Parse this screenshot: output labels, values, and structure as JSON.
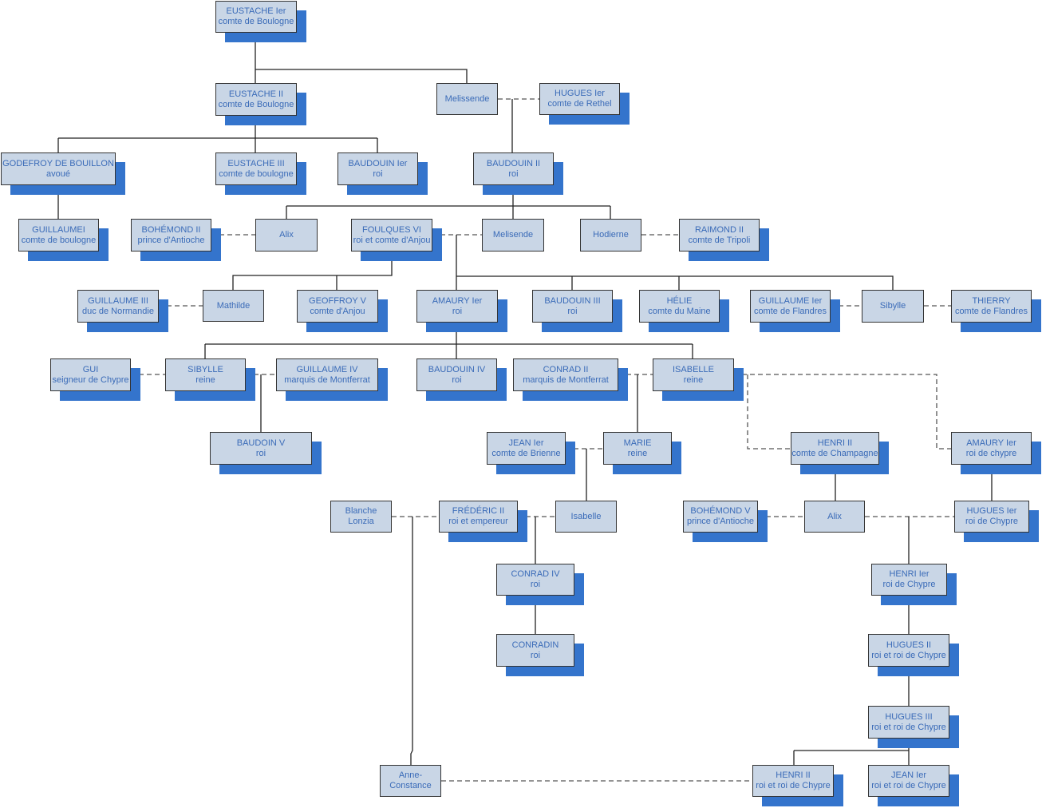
{
  "people": [
    {
      "name": "EUSTACHE Ier",
      "title": "comte de Boulogne"
    },
    {
      "name": "EUSTACHE II",
      "title": "comte de Boulogne"
    },
    {
      "name": "Melissende",
      "title": ""
    },
    {
      "name": "HUGUES Ier",
      "title": "comte de Rethel"
    },
    {
      "name": "GODEFROY DE BOUILLON",
      "title": "avoué"
    },
    {
      "name": "EUSTACHE III",
      "title": "comte de boulogne"
    },
    {
      "name": "BAUDOUIN Ier",
      "title": "roi"
    },
    {
      "name": "BAUDOUIN II",
      "title": "roi"
    },
    {
      "name": "GUILLAUMEI",
      "title": "comte de boulogne"
    },
    {
      "name": "BOHÉMOND II",
      "title": "prince d'Antioche"
    },
    {
      "name": "Alix",
      "title": ""
    },
    {
      "name": "FOULQUES VI",
      "title": "roi et comte d'Anjou"
    },
    {
      "name": "Melisende",
      "title": ""
    },
    {
      "name": "Hodierne",
      "title": ""
    },
    {
      "name": "RAIMOND II",
      "title": "comte de Tripoli"
    },
    {
      "name": "GUILLAUME III",
      "title": "duc de Normandie"
    },
    {
      "name": "Mathilde",
      "title": ""
    },
    {
      "name": "GEOFFROY V",
      "title": "comte d'Anjou"
    },
    {
      "name": "AMAURY Ier",
      "title": "roi"
    },
    {
      "name": "BAUDOUIN III",
      "title": "roi"
    },
    {
      "name": "HÉLIE",
      "title": "comte du Maine"
    },
    {
      "name": "GUILLAUME Ier",
      "title": "comte de Flandres"
    },
    {
      "name": "Sibylle",
      "title": ""
    },
    {
      "name": "THIERRY",
      "title": "comte de Flandres"
    },
    {
      "name": "GUI",
      "title": "seigneur de Chypre"
    },
    {
      "name": "SIBYLLE",
      "title": "reine"
    },
    {
      "name": "GUILLAUME IV",
      "title": "marquis de Montferrat"
    },
    {
      "name": "BAUDOUIN IV",
      "title": "roi"
    },
    {
      "name": "CONRAD II",
      "title": "marquis de Montferrat"
    },
    {
      "name": "ISABELLE",
      "title": "reine"
    },
    {
      "name": "BAUDOIN V",
      "title": "roi"
    },
    {
      "name": "JEAN Ier",
      "title": "comte de Brienne"
    },
    {
      "name": "MARIE",
      "title": "reine"
    },
    {
      "name": "HENRI II",
      "title": "comte de Champagne"
    },
    {
      "name": "AMAURY Ier",
      "title": "roi de chypre"
    },
    {
      "name": "Blanche",
      "title": "Lonzia"
    },
    {
      "name": "FRÉDÉRIC II",
      "title": "roi et empereur"
    },
    {
      "name": "Isabelle",
      "title": ""
    },
    {
      "name": "BOHÉMOND V",
      "title": "prince d'Antioche"
    },
    {
      "name": "Alix",
      "title": ""
    },
    {
      "name": "HUGUES Ier",
      "title": "roi de Chypre"
    },
    {
      "name": "CONRAD IV",
      "title": "roi"
    },
    {
      "name": "HENRI Ier",
      "title": "roi de Chypre"
    },
    {
      "name": "CONRADIN",
      "title": "roi"
    },
    {
      "name": "HUGUES II",
      "title": "roi et roi de Chypre"
    },
    {
      "name": "HUGUES III",
      "title": "roi et roi de Chypre"
    },
    {
      "name": "Anne-",
      "title": "Constance"
    },
    {
      "name": "HENRI II",
      "title": "roi et roi de Chypre"
    },
    {
      "name": "JEAN Ier",
      "title": "roi et roi de Chypre"
    }
  ],
  "colors": {
    "box_fill": "#c9d6e6",
    "shadow": "#3474cc",
    "text": "#3a6bb8",
    "line": "#333333"
  }
}
